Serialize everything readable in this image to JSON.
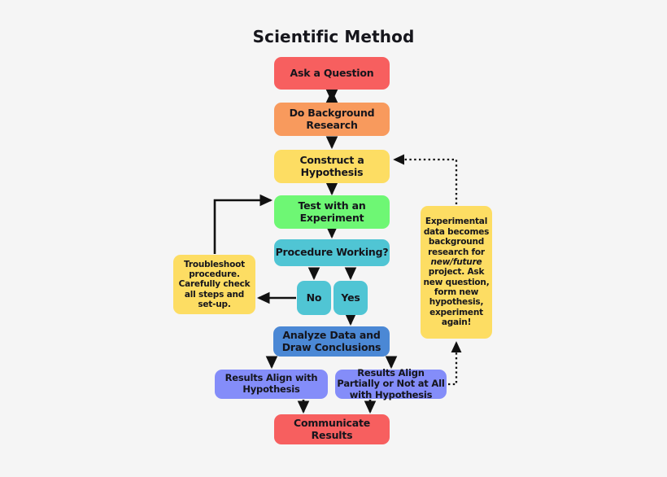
{
  "diagram": {
    "title": "Scientific Method",
    "background_color": "#f5f5f5",
    "type": "flowchart"
  },
  "nodes": {
    "ask": {
      "label": "Ask a Question",
      "color": "#f75f5f"
    },
    "research": {
      "label": "Do Background Research",
      "color": "#f89a5d"
    },
    "hypothesis": {
      "label": "Construct a Hypothesis",
      "color": "#fddd63"
    },
    "test": {
      "label": "Test with an Experiment",
      "color": "#6ef774"
    },
    "procedure": {
      "label": "Procedure Working?",
      "color": "#50c5d4"
    },
    "no": {
      "label": "No",
      "color": "#50c5d4"
    },
    "yes": {
      "label": "Yes",
      "color": "#50c5d4"
    },
    "troubleshoot": {
      "label": "Troubleshoot procedure. Carefully check all steps and set-up.",
      "color": "#fddd63"
    },
    "analyze": {
      "label": "Analyze Data and Draw Conclusions",
      "color": "#4b88d5"
    },
    "align": {
      "label": "Results Align with Hypothesis",
      "color": "#848df9"
    },
    "partial": {
      "label": "Results Align Partially or Not at All with Hypothesis",
      "color": "#848df9"
    },
    "communicate": {
      "label": "Communicate Results",
      "color": "#f75f5f"
    },
    "experimental": {
      "part1": "Experimental data becomes background research for ",
      "emphasis": "new/future",
      "part2": " project. Ask new question, form new hypothesis, experiment again!",
      "color": "#fddd63"
    }
  },
  "connectors": [
    {
      "from": "ask",
      "to": "research",
      "style": "solid",
      "arrow": "double"
    },
    {
      "from": "research",
      "to": "hypothesis",
      "style": "solid",
      "arrow": "single"
    },
    {
      "from": "hypothesis",
      "to": "test",
      "style": "solid",
      "arrow": "single"
    },
    {
      "from": "test",
      "to": "procedure",
      "style": "solid",
      "arrow": "single"
    },
    {
      "from": "procedure",
      "to": "no",
      "style": "solid",
      "arrow": "single"
    },
    {
      "from": "procedure",
      "to": "yes",
      "style": "solid",
      "arrow": "single"
    },
    {
      "from": "no",
      "to": "troubleshoot",
      "style": "solid",
      "arrow": "single"
    },
    {
      "from": "troubleshoot",
      "to": "test",
      "style": "solid",
      "arrow": "single"
    },
    {
      "from": "yes",
      "to": "analyze",
      "style": "solid",
      "arrow": "single"
    },
    {
      "from": "analyze",
      "to": "align",
      "style": "solid",
      "arrow": "single"
    },
    {
      "from": "analyze",
      "to": "partial",
      "style": "solid",
      "arrow": "single"
    },
    {
      "from": "align",
      "to": "communicate",
      "style": "solid",
      "arrow": "single"
    },
    {
      "from": "partial",
      "to": "communicate",
      "style": "solid",
      "arrow": "single"
    },
    {
      "from": "partial",
      "to": "experimental",
      "style": "dotted",
      "arrow": "single"
    },
    {
      "from": "experimental",
      "to": "hypothesis",
      "style": "dotted",
      "arrow": "single"
    }
  ]
}
